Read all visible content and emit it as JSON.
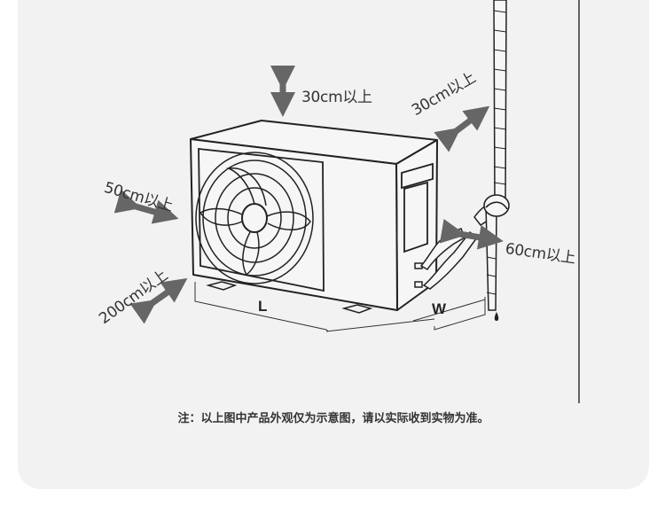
{
  "clearances": {
    "top": "30cm以上",
    "back": "30cm以上",
    "left_side": "50cm以上",
    "front": "200cm以上",
    "right_side": "60cm以上"
  },
  "dimensions": {
    "length": "L",
    "width": "W"
  },
  "note": "注：以上图中产品外观仅为示意图，请以实际收到实物为准。",
  "colors": {
    "panel_bg": "#f2f2f2",
    "arrow": "#666666",
    "line": "#222222",
    "text": "#333333"
  }
}
